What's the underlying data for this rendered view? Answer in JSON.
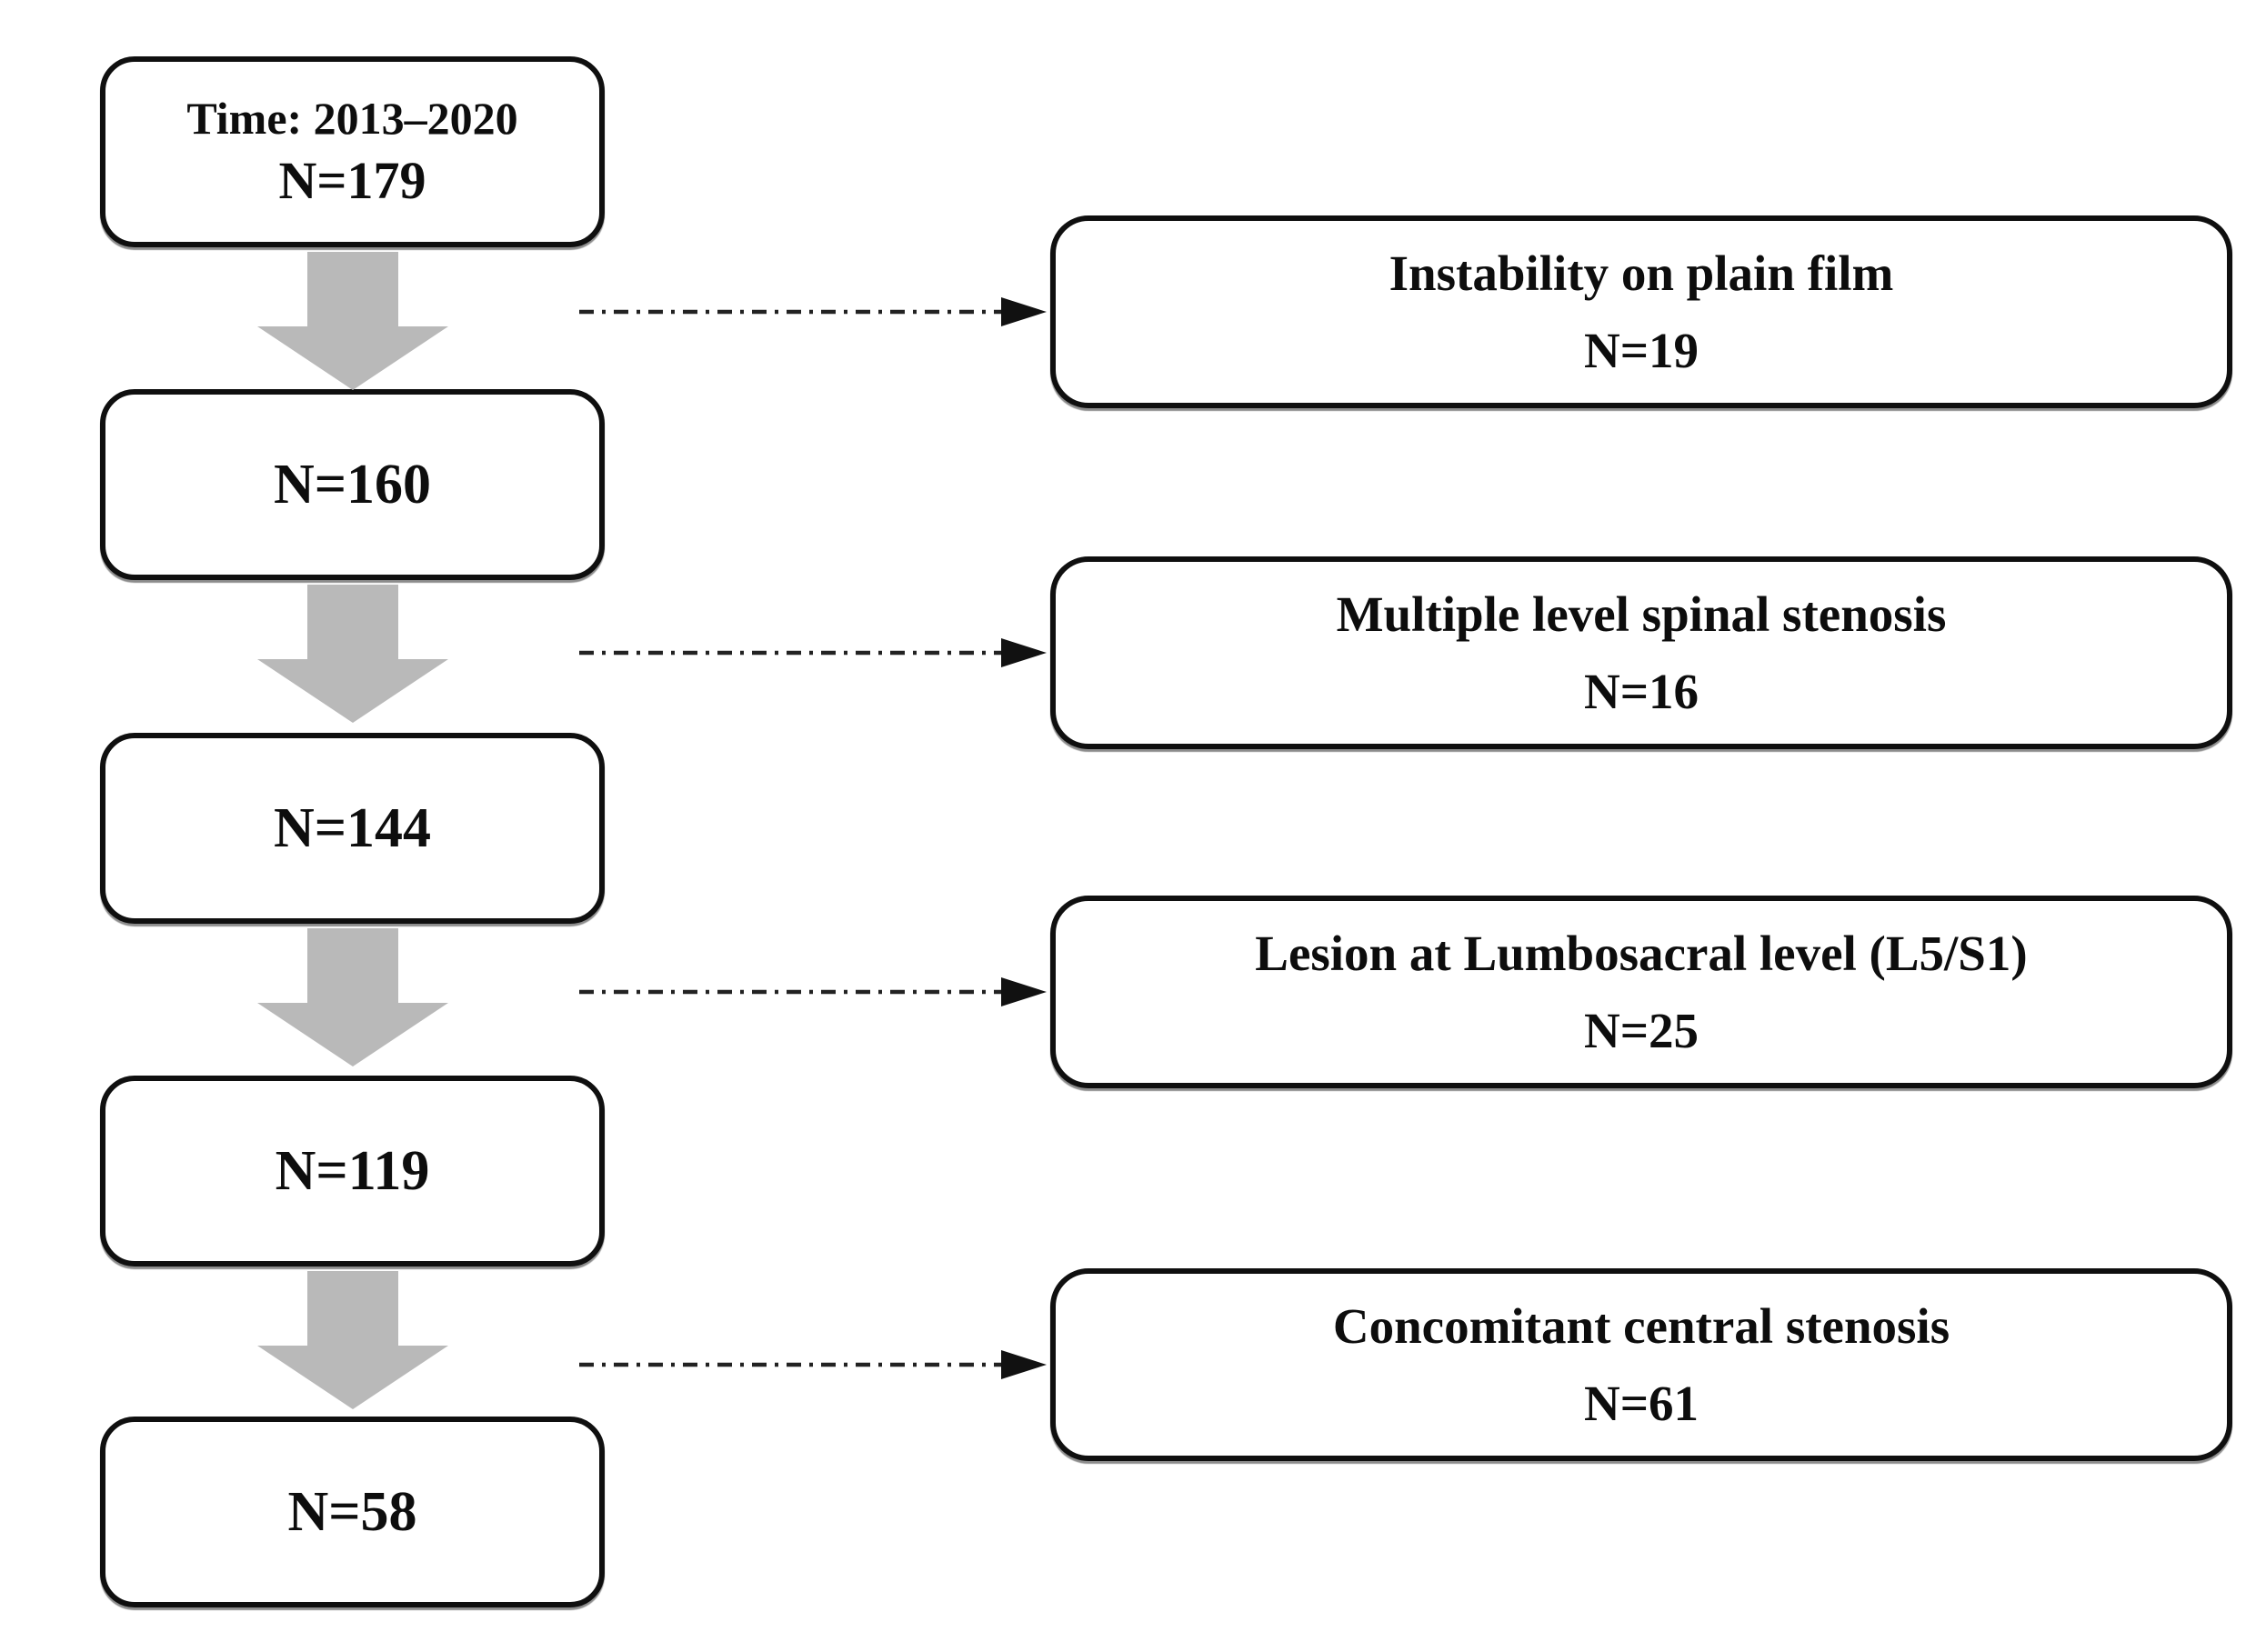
{
  "flow": {
    "stages": [
      {
        "header": "Time: 2013–2020",
        "count": "N=179"
      },
      {
        "count": "N=160"
      },
      {
        "count": "N=144"
      },
      {
        "count": "N=119"
      },
      {
        "count": "N=58"
      }
    ],
    "exclusions": [
      {
        "label": "Instability on plain film",
        "count": "N=19"
      },
      {
        "label": "Multiple level spinal stenosis",
        "count": "N=16"
      },
      {
        "label": "Lesion at Lumbosacral level (L5/S1)",
        "count": "N=25"
      },
      {
        "label": "Concomitant central stenosis",
        "count": "N=61"
      }
    ],
    "colors": {
      "arrow_fill": "#b9b9b9",
      "dash_line": "#222222",
      "box_border": "#0f0f0f",
      "background": "#ffffff",
      "text": "#0d0d0d"
    }
  }
}
